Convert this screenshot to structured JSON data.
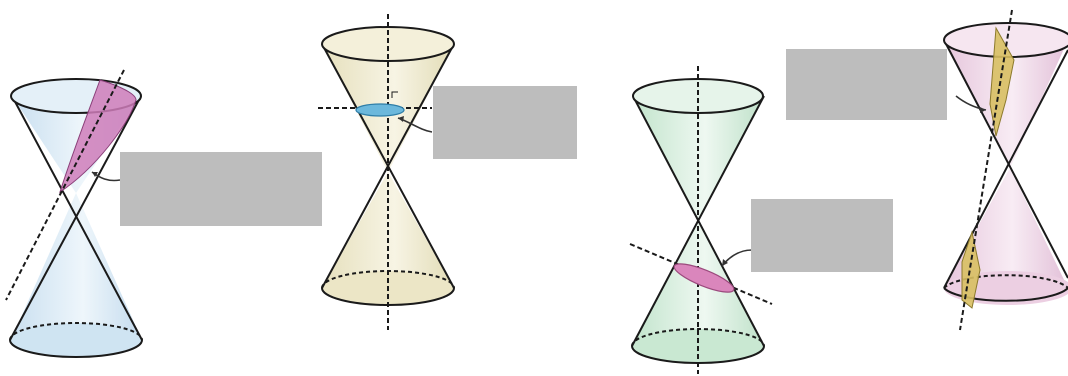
{
  "figures": [
    {
      "id": "parabola-cone",
      "fill_color": "#d3e6f2",
      "section_color": "#c878b6",
      "label": ""
    },
    {
      "id": "circle-cone",
      "fill_color": "#ece7c8",
      "section_color": "#5fb0d4",
      "label": ""
    },
    {
      "id": "ellipse-cone",
      "fill_color": "#cfe9d6",
      "section_color": "#d57fb5",
      "label": ""
    },
    {
      "id": "hyperbola-cone",
      "fill_color": "#ecd2e4",
      "section_color": "#d8c16a",
      "label": ""
    }
  ],
  "colors": {
    "outline": "#1a1a1a",
    "label_box": "#bdbdbd",
    "background": "#ffffff"
  }
}
